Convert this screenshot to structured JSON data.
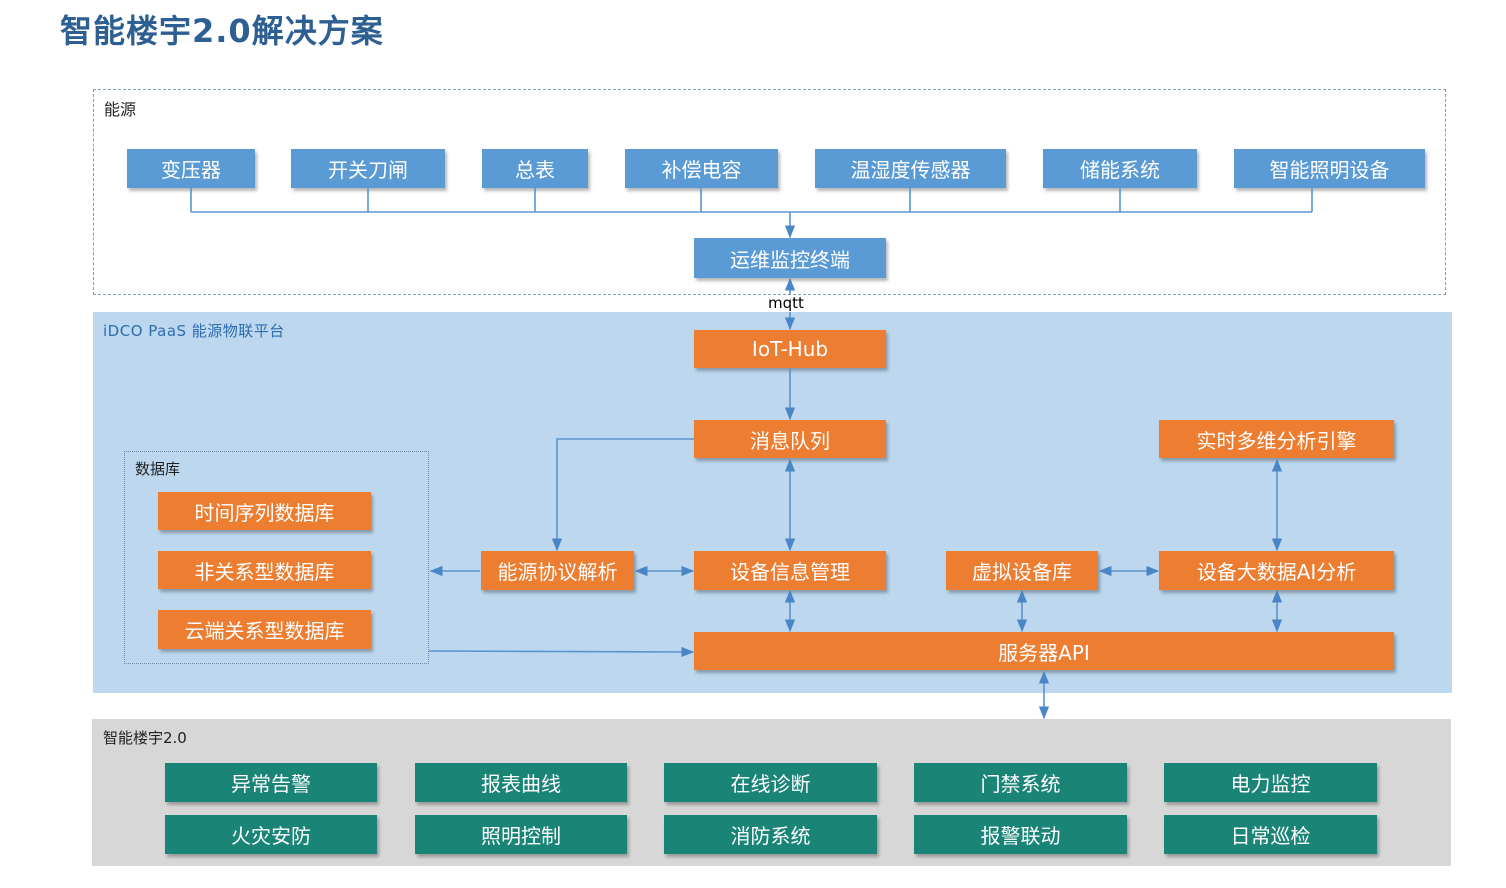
{
  "title": "智能楼宇2.0解决方案",
  "energy": {
    "label": "能源",
    "devices": [
      "变压器",
      "开关刀闸",
      "总表",
      "补偿电容",
      "温湿度传感器",
      "储能系统",
      "智能照明设备"
    ],
    "terminal": "运维监控终端"
  },
  "mqtt": "mqtt",
  "platform": {
    "label": "iDCO PaaS 能源物联平台",
    "iot_hub": "IoT-Hub",
    "message_queue": "消息队列",
    "realtime_engine": "实时多维分析引擎",
    "protocol_parse": "能源协议解析",
    "device_info": "设备信息管理",
    "virtual_device": "虚拟设备库",
    "bigdata_ai": "设备大数据AI分析",
    "server_api": "服务器API",
    "database": {
      "label": "数据库",
      "items": [
        "时间序列数据库",
        "非关系型数据库",
        "云端关系型数据库"
      ]
    }
  },
  "building": {
    "label": "智能楼宇2.0",
    "row1": [
      "异常告警",
      "报表曲线",
      "在线诊断",
      "门禁系统",
      "电力监控"
    ],
    "row2": [
      "火灾安防",
      "照明控制",
      "消防系统",
      "报警联动",
      "日常巡检"
    ]
  },
  "colors": {
    "title": "#2e5f93",
    "blue_box": "#5b9bd5",
    "orange_box": "#ed7d31",
    "teal_box": "#1a8477",
    "platform_bg": "#bcd7ee",
    "building_bg": "#d7d7d7"
  }
}
